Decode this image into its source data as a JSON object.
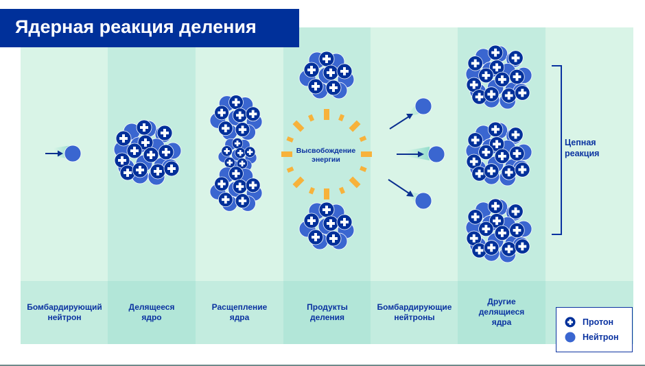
{
  "title": "Ядерная реакция деления",
  "colors": {
    "title_bg": "#00309a",
    "proton": "#00309a",
    "neutron": "#3a66d0",
    "energy": "#f7b23b",
    "col_light": "#d9f4e7",
    "col_dark": "#c3ecdf",
    "text": "#0a32a0"
  },
  "stages": [
    {
      "label_line1": "Бомбардирующий",
      "label_line2": "нейтрон",
      "label_line3": ""
    },
    {
      "label_line1": "Делящееся",
      "label_line2": "ядро",
      "label_line3": ""
    },
    {
      "label_line1": "Расщепление",
      "label_line2": "ядра",
      "label_line3": ""
    },
    {
      "label_line1": "Продукты",
      "label_line2": "деления",
      "label_line3": ""
    },
    {
      "label_line1": "Бомбардирующие",
      "label_line2": "нейтроны",
      "label_line3": ""
    },
    {
      "label_line1": "Другие",
      "label_line2": "делящиеся",
      "label_line3": "ядра"
    }
  ],
  "energy": {
    "line1": "Высвобождение",
    "line2": "энергии"
  },
  "chain_reaction": {
    "line1": "Цепная",
    "line2": "реакция"
  },
  "legend": {
    "proton": {
      "icon": "proton-plus-circle-icon",
      "label": "Протон"
    },
    "neutron": {
      "icon": "neutron-circle-icon",
      "label": "Нейтрон"
    }
  }
}
